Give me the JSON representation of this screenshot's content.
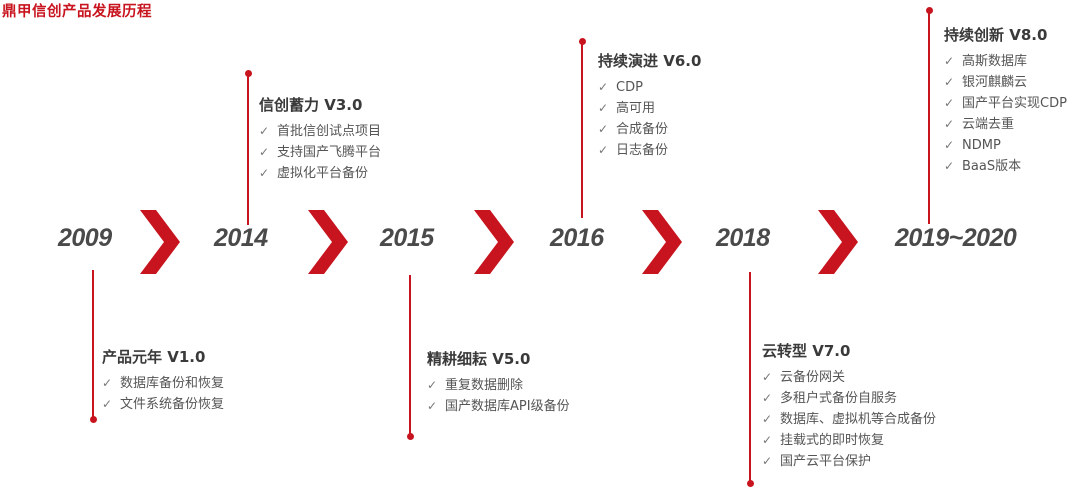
{
  "title": "鼎甲信创产品发展历程",
  "colors": {
    "accent": "#c8141e",
    "year": "#4a4a4a",
    "text": "#555555"
  },
  "check_icon": "✓",
  "milestones": [
    {
      "year": "2009",
      "heading": "产品元年 V1.0",
      "items": [
        "数据库备份和恢复",
        "文件系统备份恢复"
      ]
    },
    {
      "year": "2014",
      "heading": "信创蓄力 V3.0",
      "items": [
        "首批信创试点项目",
        "支持国产飞腾平台",
        "虚拟化平台备份"
      ]
    },
    {
      "year": "2015",
      "heading": "精耕细耘 V5.0",
      "items": [
        "重复数据删除",
        "国产数据库API级备份"
      ]
    },
    {
      "year": "2016",
      "heading": "持续演进 V6.0",
      "items": [
        "CDP",
        "高可用",
        "合成备份",
        "日志备份"
      ]
    },
    {
      "year": "2018",
      "heading": "云转型 V7.0",
      "items": [
        "云备份网关",
        "多租户式备份自服务",
        "数据库、虚拟机等合成备份",
        "挂载式的即时恢复",
        "国产云平台保护"
      ]
    },
    {
      "year": "2019~2020",
      "heading": "持续创新 V8.0",
      "items": [
        "高斯数据库",
        "银河麒麟云",
        "国产平台实现CDP",
        "云端去重",
        "NDMP",
        "BaaS版本"
      ]
    }
  ]
}
